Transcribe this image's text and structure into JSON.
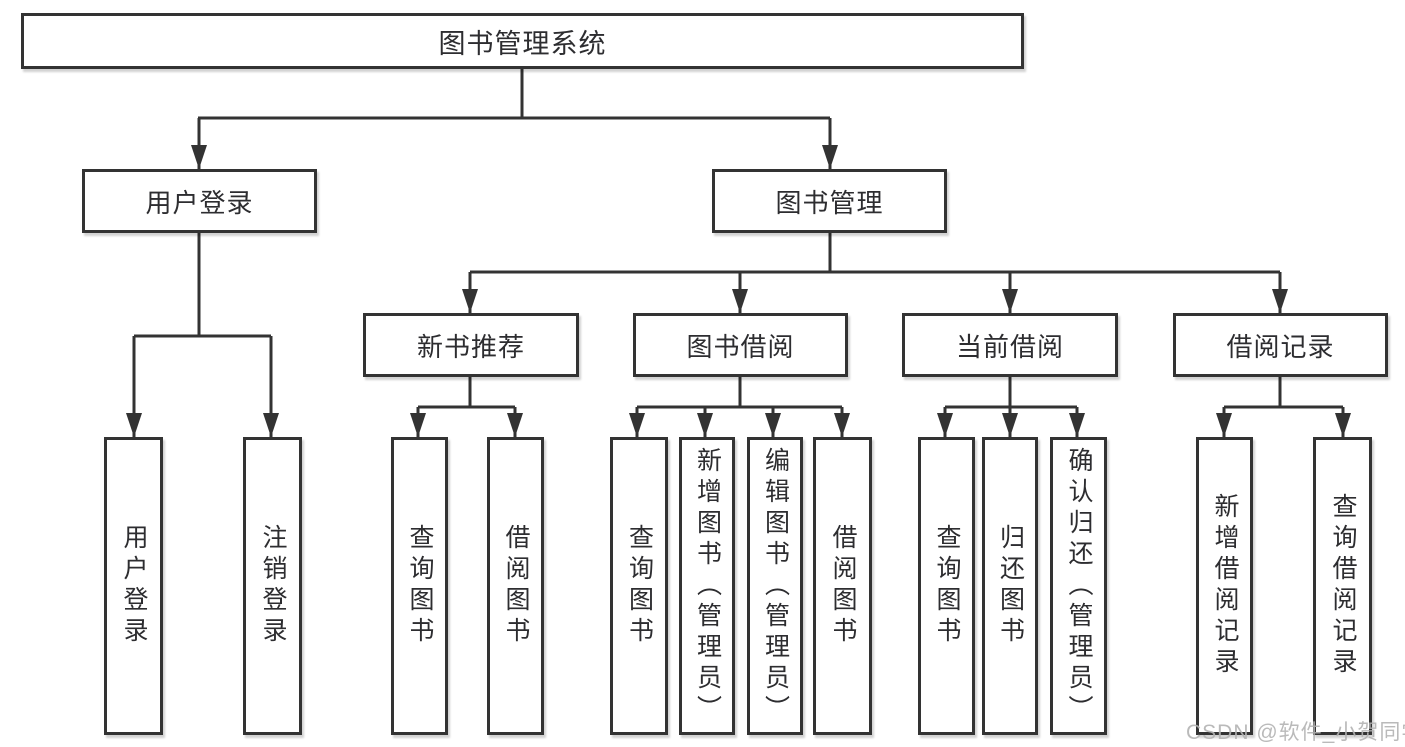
{
  "tree": {
    "root": {
      "label": "图书管理系统"
    },
    "user_login": {
      "label": "用户登录",
      "leaves": [
        "用户登录",
        "注销登录"
      ]
    },
    "book_mgmt": {
      "label": "图书管理",
      "sections": [
        {
          "label": "新书推荐",
          "leaves": [
            "查询图书",
            "借阅图书"
          ]
        },
        {
          "label": "图书借阅",
          "leaves": [
            "查询图书",
            "新增图书（管理员）",
            "编辑图书（管理员）",
            "借阅图书"
          ]
        },
        {
          "label": "当前借阅",
          "leaves": [
            "查询图书",
            "归还图书",
            "确认归还（管理员）"
          ]
        },
        {
          "label": "借阅记录",
          "leaves": [
            "新增借阅记录",
            "查询借阅记录"
          ]
        }
      ]
    },
    "watermark": "CSDN @软件_小贺同学"
  },
  "colors": {
    "line": "#333333",
    "text": "#2d2d30",
    "watermark": "#b3b3b3",
    "background": "#ffffff"
  }
}
